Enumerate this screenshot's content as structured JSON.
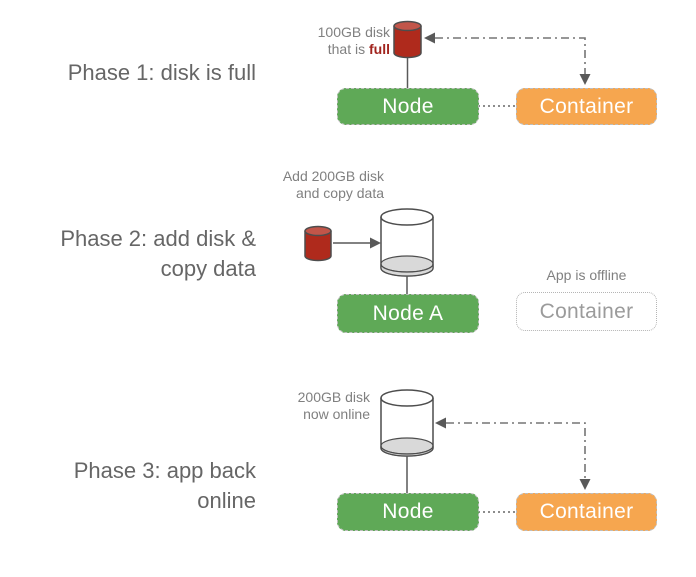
{
  "colors": {
    "node_green": "#5FA957",
    "container_orange": "#F6A64F",
    "disk_red_body": "#AF2A1C",
    "disk_red_top": "#C25549",
    "full_highlight_red": "#A1241E",
    "label_gray": "#808080",
    "heading_gray": "#666666",
    "cylinder_outline": "#4D4D4D",
    "disk_used_fill": "#D9D9D9",
    "offline_text": "#9B9B9B"
  },
  "phase1": {
    "heading": "Phase 1: disk is full",
    "disk_label_line1": "100GB disk",
    "disk_label_line2_prefix": "that is ",
    "disk_label_emphasis": "full",
    "node_label": "Node",
    "container_label": "Container"
  },
  "phase2": {
    "heading_line1": "Phase 2: add disk &",
    "heading_line2": "copy data",
    "disk_label_line1": "Add 200GB disk",
    "disk_label_line2": "and copy data",
    "node_label": "Node A",
    "container_status": "App is offline",
    "container_label": "Container"
  },
  "phase3": {
    "heading_line1": "Phase 3: app back",
    "heading_line2": "online",
    "disk_label_line1": "200GB disk",
    "disk_label_line2": "now online",
    "node_label": "Node",
    "container_label": "Container"
  }
}
